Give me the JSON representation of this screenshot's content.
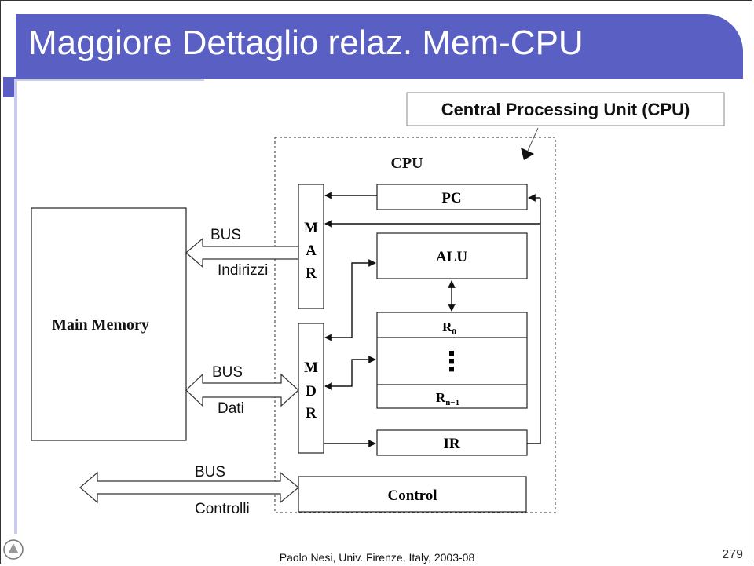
{
  "slide": {
    "title": "Maggiore Dettaglio relaz. Mem-CPU",
    "footer": "Paolo Nesi, Univ. Firenze, Italy, 2003-08",
    "page_number": "279"
  },
  "diagram": {
    "cpu_callout": "Central Processing Unit (CPU)",
    "cpu_label": "CPU",
    "main_memory": "Main Memory",
    "mar_letters": [
      "M",
      "A",
      "R"
    ],
    "mdr_letters": [
      "M",
      "D",
      "R"
    ],
    "pc": "PC",
    "alu": "ALU",
    "r0": "R",
    "r0_sub": "0",
    "dots": "⋮",
    "rn1": "R",
    "rn1_sub": "n−1",
    "ir": "IR",
    "control": "Control",
    "bus_addr_top": "BUS",
    "bus_addr_bottom": "Indirizzi",
    "bus_data_top": "BUS",
    "bus_data_bottom": "Dati",
    "bus_ctrl_top": "BUS",
    "bus_ctrl_bottom": "Controlli"
  },
  "colors": {
    "title_bar": "#5a5fc4",
    "accent_light": "#c8cbef"
  }
}
